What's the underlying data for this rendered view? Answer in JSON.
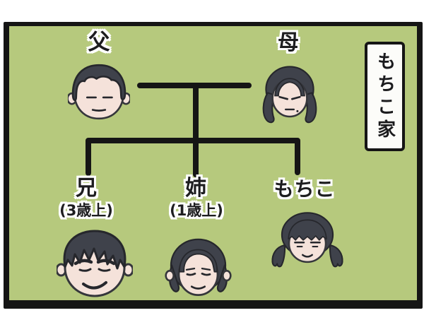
{
  "panel": {
    "family_name": "もちこ家",
    "background_color": "#b6c97d",
    "border_color": "#151515",
    "page_background": "#ffffff"
  },
  "people": {
    "father": {
      "label": "父"
    },
    "mother": {
      "label": "母"
    },
    "brother": {
      "label": "兄",
      "age_note": "(3歳上)"
    },
    "sister": {
      "label": "姉",
      "age_note": "(1歳上)"
    },
    "mochiko": {
      "label": "もちこ"
    }
  },
  "palette": {
    "hair": "#3f424b",
    "skin": "#f5e2da",
    "line": "#151515",
    "label_outline": "#ffffff"
  }
}
